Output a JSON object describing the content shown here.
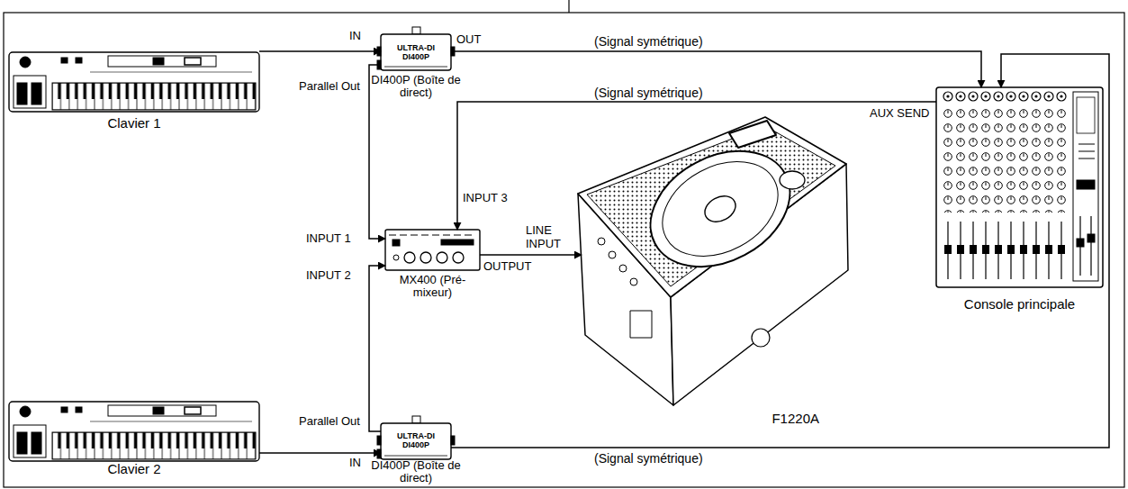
{
  "diagram": {
    "nodes": [
      {
        "text": [
          "Clavier 1"
        ]
      },
      {
        "text": [
          "ULTRA-DI",
          "DI400P",
          "DI400P (Boîte de direct)"
        ]
      },
      {
        "text": [
          "MX400 (Pré-mixeur)"
        ]
      },
      {
        "text": [
          "F1220A"
        ]
      },
      {
        "text": [
          "Console principale"
        ]
      },
      {
        "text": [
          "Clavier 2"
        ]
      },
      {
        "text": [
          "ULTRA-DI",
          "DI400P",
          "DI400P (Boîte de direct)"
        ]
      }
    ],
    "edges": [
      {
        "from": 0,
        "to": 1,
        "arrow": "to"
      },
      {
        "from": 1,
        "to": 2,
        "arrow": "to"
      },
      {
        "from": 1,
        "to": 4,
        "arrow": "to",
        "label": "(Signal symétrique)"
      },
      {
        "from": 4,
        "to": 2,
        "arrow": "to",
        "label": "(Signal symétrique)"
      },
      {
        "from": 2,
        "to": 3,
        "arrow": "to"
      },
      {
        "from": 5,
        "to": 6,
        "arrow": "to"
      },
      {
        "from": 6,
        "to": 2,
        "arrow": "to"
      },
      {
        "from": 6,
        "to": 4,
        "arrow": "to",
        "label": "(Signal symétrique)"
      }
    ],
    "labels": [
      "IN",
      "OUT",
      "Parallel Out",
      "AUX SEND",
      "INPUT 3",
      "INPUT 1",
      "INPUT 2",
      "LINE INPUT",
      "OUTPUT",
      "Parallel Out",
      "IN"
    ]
  }
}
